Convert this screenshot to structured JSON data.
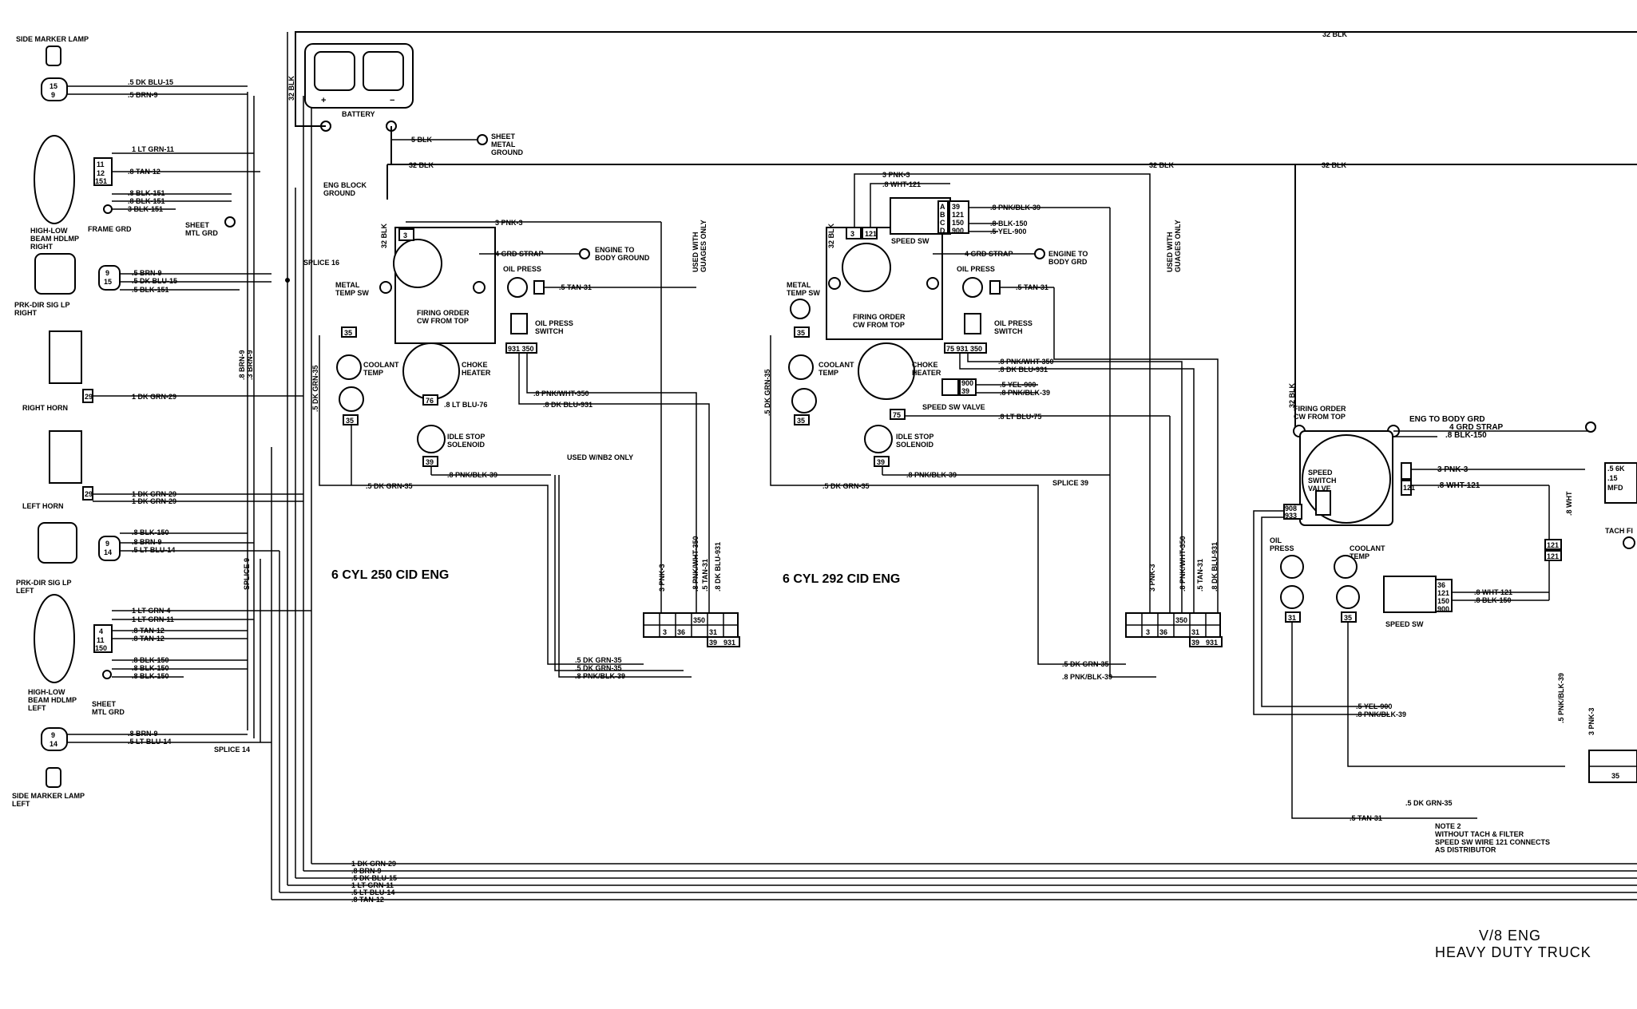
{
  "components": {
    "side_marker_right": "SIDE MARKER LAMP",
    "side_marker_left": "SIDE MARKER LAMP\nLEFT",
    "hdlmp_right": "HIGH-LOW\nBEAM HDLMP\nRIGHT",
    "hdlmp_left": "HIGH-LOW\nBEAM HDLMP\nLEFT",
    "frame_grd": "FRAME GRD",
    "sheet_mtl_grd_1": "SHEET\nMTL GRD",
    "sheet_mtl_grd_2": "SHEET\nMTL GRD",
    "prk_right": "PRK-DIR SIG LP\nRIGHT",
    "prk_left": "PRK-DIR SIG LP\nLEFT",
    "right_horn": "RIGHT HORN",
    "left_horn": "LEFT HORN",
    "battery": "BATTERY",
    "sheet_metal_ground": "SHEET\nMETAL\nGROUND",
    "eng_block_ground": "ENG BLOCK\nGROUND",
    "splice_16": "SPLICE 16",
    "splice_9": "SPLICE 9",
    "splice_14": "SPLICE 14",
    "splice_39": "SPLICE 39",
    "metal_temp_sw_1": "METAL\nTEMP SW",
    "metal_temp_sw_2": "METAL\nTEMP SW",
    "firing_order_1": "FIRING ORDER\nCW FROM TOP",
    "firing_order_2": "FIRING ORDER\nCW FROM TOP",
    "firing_order_3": "FIRING ORDER\nCW FROM TOP",
    "grd_strap_1": "4 GRD STRAP",
    "grd_strap_2": "4 GRD STRAP",
    "grd_strap_3": "4 GRD STRAP",
    "engine_to_body_1": "ENGINE TO\nBODY GROUND",
    "engine_to_body_2": "ENGINE TO\nBODY GRD",
    "eng_to_body_3": "ENG TO BODY GRD",
    "oil_press_1": "OIL PRESS",
    "oil_press_2": "OIL PRESS",
    "oil_press_3": "OIL\nPRESS",
    "oil_press_switch_1": "OIL PRESS\nSWITCH",
    "oil_press_switch_2": "OIL PRESS\nSWITCH",
    "coolant_temp_1": "COOLANT\nTEMP",
    "coolant_temp_2": "COOLANT\nTEMP",
    "coolant_temp_3": "COOLANT\nTEMP",
    "choke_heater_1": "CHOKE\nHEATER",
    "choke_heater_2": "CHOKE\nHEATER",
    "idle_stop_1": "IDLE STOP\nSOLENOID",
    "idle_stop_2": "IDLE STOP\nSOLENOID",
    "used_w_gauges_1": "USED WITH\nGUAGES ONLY",
    "used_w_gauges_2": "USED WITH\nGUAGES ONLY",
    "used_wnb2": "USED W/NB2 ONLY",
    "speed_sw_1": "SPEED SW",
    "speed_sw_3": "SPEED SW",
    "speed_sw_valve": "SPEED SW VALVE",
    "speed_switch_valve": "SPEED\nSWITCH\nVALVE",
    "tach_fi": "TACH FI",
    "note_2": "NOTE 2\nWITHOUT TACH & FILTER\nSPEED SW WIRE 121 CONNECTS\nAS DISTRIBUTOR"
  },
  "sections": {
    "cyl250": "6 CYL 250 CID ENG",
    "cyl292": "6 CYL 292 CID ENG",
    "title_line1": "V/8 ENG",
    "title_line2": "HEAVY DUTY TRUCK"
  },
  "wires": {
    "dk_blu_15": ".5 DK BLU-15",
    "brn_9": ".5 BRN-9",
    "lt_grn_11": "1 LT GRN-11",
    "tan_12": ".8 TAN-12",
    "blk_151a": ".8 BLK-151",
    "blk_151b": ".8 BLK-151",
    "blk_151c": "3 BLK-151",
    "brn_9b": ".5 BRN-9",
    "dk_blu_15b": ".5 DK BLU-15",
    "blk_151d": ".5 BLK-151",
    "dk_grn_29a": "1 DK GRN-29",
    "dk_grn_29b": "1 DK GRN-29",
    "dk_grn_29c": "1 DK GRN-29",
    "blk_150a": ".8 BLK-150",
    "brn_9c": ".8 BRN-9",
    "lt_blu_14a": ".5 LT BLU-14",
    "lt_grn_4": "1 LT GRN-4",
    "lt_grn_11b": "1 LT GRN-11",
    "tan_12b": ".8 TAN-12",
    "tan_12c": ".8 TAN-12",
    "blk_150b": ".8 BLK-150",
    "blk_150c": ".8 BLK-150",
    "blk_150d": ".8 BLK-150",
    "brn_9d": ".8 BRN-9",
    "lt_blu_14b": ".5 LT BLU-14",
    "brn_9_vert": ".8 BRN-9",
    "brn_9_vert2": ".3 BRN-9",
    "blk_32_vert": "32 BLK",
    "blk_32_top": "32 BLK",
    "blk_5": "5 BLK",
    "blk_32_mid1": "32 BLK",
    "blk_32_mid2": "32 BLK",
    "blk_32_mid3": "32 BLK",
    "blk_32_v1": "32 BLK",
    "blk_32_v2": "32 BLK",
    "blk_32_v3": "32 BLK",
    "pnk_3a": "3 PNK-3",
    "pnk_3b": "3 PNK-3",
    "pnk_3c": "3 PNK-3",
    "tan_31a": ".5 TAN-31",
    "tan_31b": ".5 TAN-31",
    "tan_31c": ".5 TAN-31",
    "lt_blu_76": ".8 LT BLU-76",
    "lt_blu_75": ".8 LT BLU-75",
    "pnk_wht_350a": ".8 PNK/WHT-350",
    "pnk_wht_350b": ".8 PNK/WHT-350",
    "dk_blu_931a": ".8 DK BLU-931",
    "dk_blu_931b": ".8 DK BLU-931",
    "dk_grn_35a": ".5 DK GRN-35",
    "dk_grn_35b": ".5 DK GRN-35",
    "dk_grn_35c": ".5 DK GRN-35",
    "dk_grn_35d": ".5 DK GRN-35",
    "dk_grn_35e": ".5 DK GRN-35",
    "dk_grn_35f": ".5 DK GRN-35",
    "dk_grn_35g": ".5 DK GRN-35",
    "pnk_blk_39a": ".8 PNK/BLK-39",
    "pnk_blk_39b": ".8 PNK/BLK-39",
    "pnk_blk_39c": ".8 PNK/BLK-39",
    "pnk_blk_39d": ".8 PNK/BLK-39",
    "pnk_blk_39e": ".8 PNK/BLK-39",
    "pnk_blk_39f": ".8 PNK/BLK-39",
    "pnk_blk_39g": ".8 PNK/BLK-39",
    "wht_121a": ".8 WHT-121",
    "wht_121b": ".8 WHT-121",
    "wht_121c": ".8 WHT-121",
    "blk_150e": ".8 BLK-150",
    "blk_150f": ".8 BLK-150",
    "blk_150g": ".8 BLK-150",
    "yel_900a": ".5 YEL-900",
    "yel_900b": ".5 YEL-900",
    "yel_900c": ".5 YEL-900",
    "dk_grn_29_bus": "1 DK GRN-29",
    "brn_9_bus": ".8 BRN-9",
    "dk_blu_15_bus": ".5 DK BLU-15",
    "lt_grn_11_bus": "1 LT GRN-11",
    "lt_blu_14_bus": ".5 LT BLU-14",
    "tan_12_bus": ".8 TAN-12",
    "vert_pnk_3a": "3 PNK-3",
    "vert_pnk_wht_350a": ".8 PNK/WHT-350",
    "vert_tan_31a": ".5 TAN-31",
    "vert_dk_blu_931a": ".8 DK BLU-931",
    "vert_dk_grn_35a": ".5 DK GRN-35",
    "vert_pnk_3b": "3 PNK-3",
    "vert_pnk_wht_350b": ".8 PNK/WHT-350",
    "vert_tan_31b": ".5 TAN-31",
    "vert_dk_blu_931b": ".8 DK BLU-931",
    "vert_dk_grn_35b": ".5 DK GRN-35",
    "vert_pnk_blk_39": ".5 PNK/BLK-39",
    "vert_pnk_3c": "3 PNK-3",
    "vert_wht": ".8 WHT",
    "s6k": ".5 6K",
    "s15": ".15",
    "mfd": "MFD"
  },
  "connectors": {
    "c15": "15",
    "c9": "9",
    "c11": "11",
    "c12": "12",
    "c151": "151",
    "c9b": "9",
    "c15b": "15",
    "c151b": "151",
    "c29a": "29",
    "c29b": "29",
    "c9c": "9",
    "c14a": "14",
    "c4": "4",
    "c11b": "11",
    "c12b": "12",
    "c150": "150",
    "c9d": "9",
    "c14b": "14",
    "c3a": "3",
    "c35a": "35",
    "c76": "76",
    "c35b": "35",
    "c39a": "39",
    "c931_350": "931 350",
    "c3b": "3",
    "c35c": "35",
    "c75": "75",
    "c35d": "35",
    "c39b": "39",
    "c75_931_350": "75 931 350",
    "c121": "121",
    "c39c": "39",
    "c121b": "121",
    "c150b": "150",
    "c900": "900",
    "c900b": "900",
    "c39d": "39",
    "c36": "36",
    "c121c": "121",
    "c150c": "150",
    "c900c": "900",
    "c121d": "121",
    "c31a": "31",
    "c35e": "35",
    "c_3": "3",
    "c_350": "350",
    "c_36": "36",
    "c_31": "31",
    "c_39": "39",
    "c_931": "931",
    "c_3b": "3",
    "c_350b": "350",
    "c_36b": "36",
    "c_31b": "31",
    "c_39b": "39",
    "c_931b": "931",
    "c_35": "35",
    "c_121r": "121",
    "c_121r2": "121",
    "bat_plus": "+",
    "bat_minus": "−",
    "sw_a": "A",
    "sw_b": "B",
    "sw_c": "C",
    "sw_d": "D",
    "c_seg_908": "908",
    "c_seg_933": "933"
  }
}
